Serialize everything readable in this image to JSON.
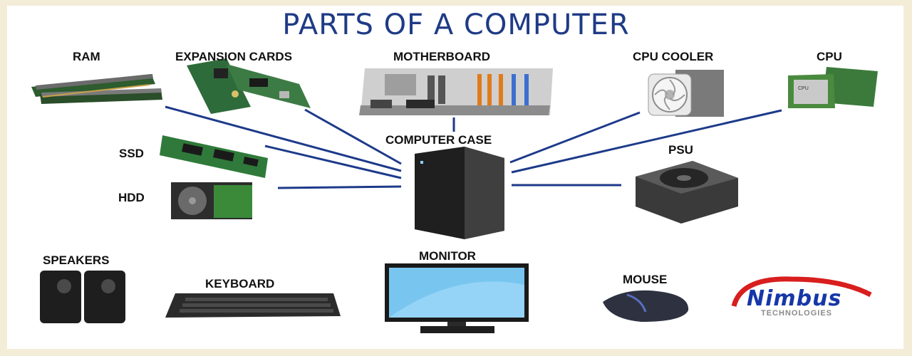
{
  "title": "PARTS OF A COMPUTER",
  "labels": {
    "ram": "RAM",
    "expansion_cards": "EXPANSION CARDS",
    "motherboard": "MOTHERBOARD",
    "cpu_cooler": "CPU COOLER",
    "cpu": "CPU",
    "ssd": "SSD",
    "hdd": "HDD",
    "computer_case": "COMPUTER CASE",
    "psu": "PSU",
    "speakers": "SPEAKERS",
    "keyboard": "KEYBOARD",
    "monitor": "MONITOR",
    "mouse": "MOUSE"
  },
  "logo": {
    "name": "Nimbus",
    "tagline": "TECHNOLOGIES"
  },
  "colors": {
    "title": "#1f3b86",
    "connector": "#1d3a8a",
    "frame": "#f3ecd7",
    "logo": "#1637a8",
    "logo_swoosh": "#d81e1e"
  }
}
